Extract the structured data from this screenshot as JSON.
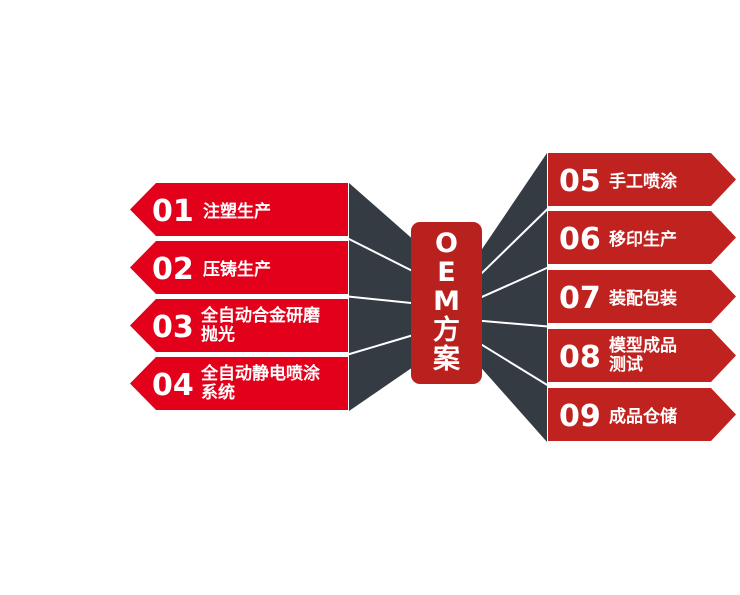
{
  "center": {
    "lines": [
      "O",
      "E",
      "M",
      "方",
      "案"
    ]
  },
  "left_items": [
    {
      "num": "01",
      "lines": [
        "注塑生产"
      ]
    },
    {
      "num": "02",
      "lines": [
        "压铸生产"
      ]
    },
    {
      "num": "03",
      "lines": [
        "全自动合金研磨",
        "抛光"
      ]
    },
    {
      "num": "04",
      "lines": [
        "全自动静电喷涂",
        "系统"
      ]
    }
  ],
  "right_items": [
    {
      "num": "05",
      "lines": [
        "手工喷涂"
      ]
    },
    {
      "num": "06",
      "lines": [
        "移印生产"
      ]
    },
    {
      "num": "07",
      "lines": [
        "装配包装"
      ]
    },
    {
      "num": "08",
      "lines": [
        "模型成品",
        "测试"
      ]
    },
    {
      "num": "09",
      "lines": [
        "成品仓储"
      ]
    }
  ],
  "colors": {
    "left": "#e2001a",
    "right": "#c0221f",
    "hub": "#b8211e",
    "fan": "#353b42"
  }
}
